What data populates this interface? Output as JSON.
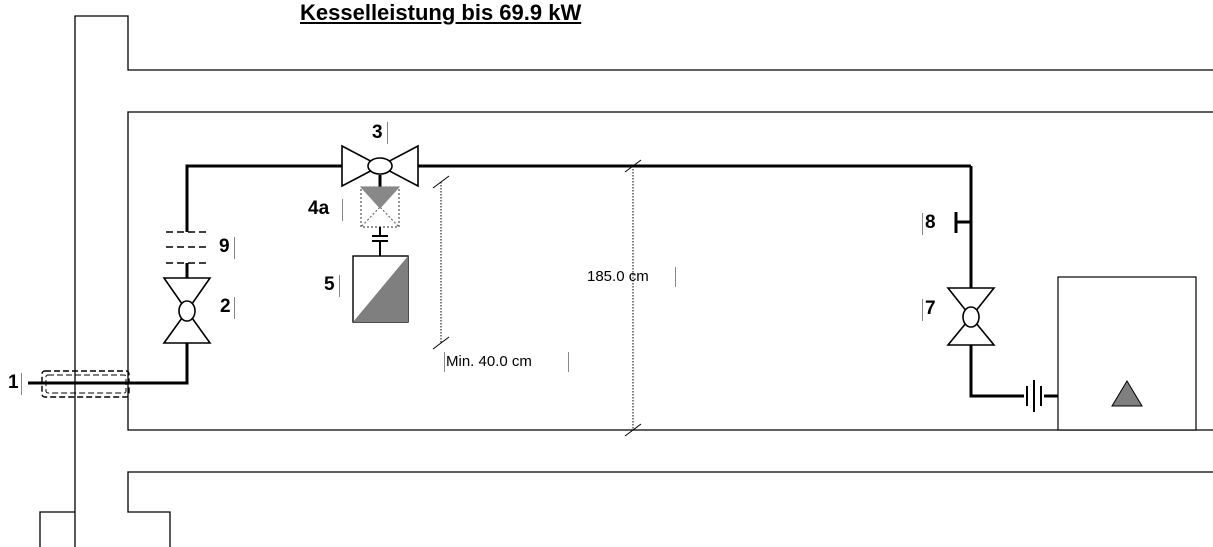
{
  "title": "Kesselleistung bis 69.9 kW",
  "labels": {
    "item1": "1",
    "item2": "2",
    "item3": "3",
    "item4a": "4a",
    "item5": "5",
    "item7": "7",
    "item8": "8",
    "item9": "9"
  },
  "dimensions": {
    "height": "185.0 cm",
    "min_clearance": "Min. 40.0 cm"
  }
}
